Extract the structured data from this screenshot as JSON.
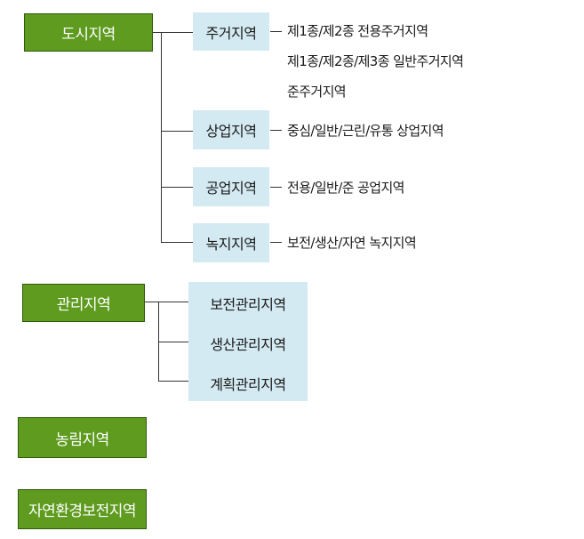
{
  "urban": {
    "label": "도시지역",
    "subs": [
      {
        "label": "주거지역",
        "desc": [
          "제1종/제2종 전용주거지역",
          "제1종/제2종/제3종 일반주거지역",
          "준주거지역"
        ]
      },
      {
        "label": "상업지역",
        "desc": [
          "중심/일반/근린/유통 상업지역"
        ]
      },
      {
        "label": "공업지역",
        "desc": [
          "전용/일반/준 공업지역"
        ]
      },
      {
        "label": "녹지지역",
        "desc": [
          "보전/생산/자연 녹지지역"
        ]
      }
    ]
  },
  "management": {
    "label": "관리지역",
    "subs": [
      "보전관리지역",
      "생산관리지역",
      "계획관리지역"
    ]
  },
  "agri": {
    "label": "농림지역"
  },
  "nature": {
    "label": "자연환경보전지역"
  },
  "colors": {
    "green": "#5e9b1f",
    "light_blue": "#d4eaf2",
    "line": "#333333"
  }
}
